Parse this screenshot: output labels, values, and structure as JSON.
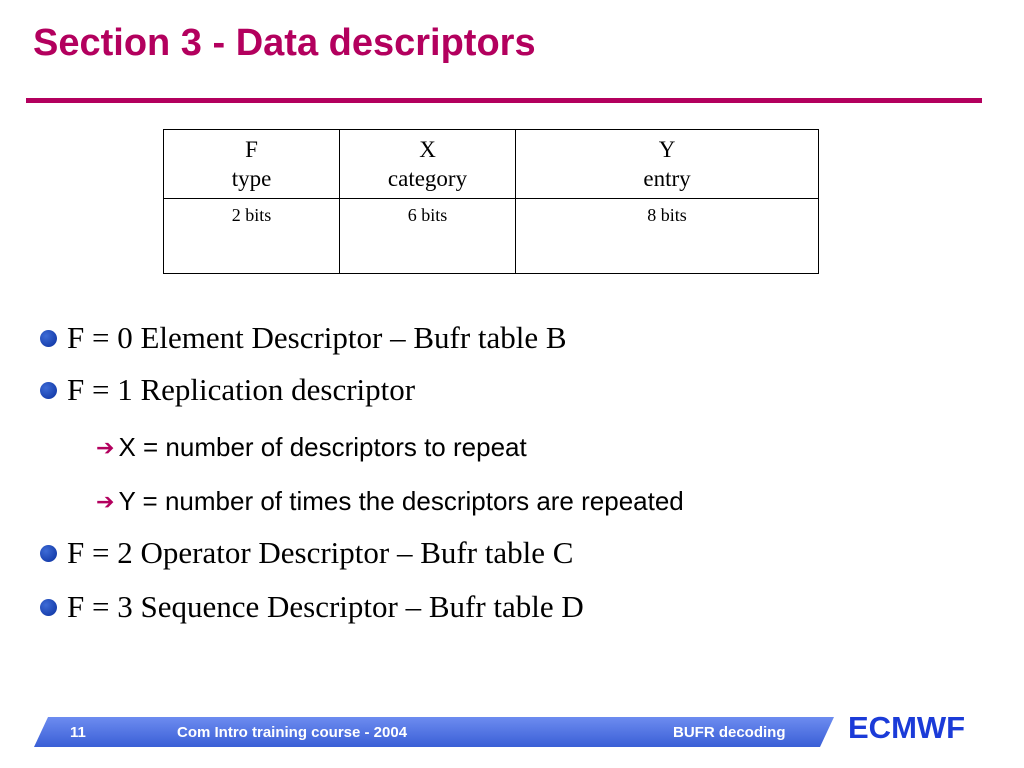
{
  "slide": {
    "title": "Section 3 - Data descriptors"
  },
  "table": {
    "headers": [
      {
        "symbol": "F",
        "name": "type"
      },
      {
        "symbol": "X",
        "name": "category"
      },
      {
        "symbol": "Y",
        "name": "entry"
      }
    ],
    "bits": [
      "2 bits",
      "6 bits",
      "8 bits"
    ]
  },
  "bullets": [
    "F = 0 Element Descriptor – Bufr table B",
    "F = 1 Replication descriptor",
    "F = 2 Operator Descriptor – Bufr table C",
    "F = 3 Sequence Descriptor – Bufr table D"
  ],
  "sub_bullets": [
    "X = number of descriptors to repeat",
    "Y = number of times the descriptors are repeated"
  ],
  "footer": {
    "page_number": "11",
    "course": "Com Intro training course - 2004",
    "topic": "BUFR decoding",
    "logo": "ECMWF"
  },
  "colors": {
    "title": "#b3005e",
    "footer_band": "#4a6fe0",
    "bullet": "#0a2f9e",
    "logo": "#1b3bd8"
  }
}
